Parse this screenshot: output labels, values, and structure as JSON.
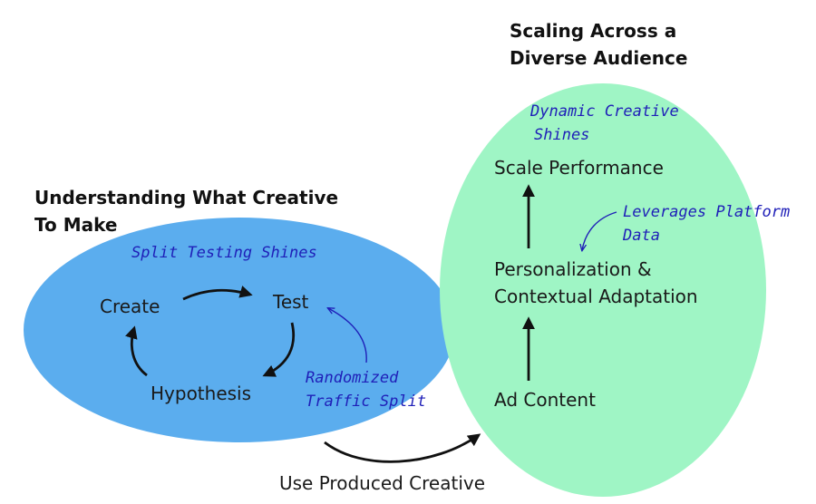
{
  "left_section": {
    "heading_line1": "Understanding What Creative",
    "heading_line2": "To Make",
    "annotation": "Split Testing Shines",
    "nodes": {
      "create": "Create",
      "test": "Test",
      "hypothesis": "Hypothesis"
    },
    "traffic_note_line1": "Randomized",
    "traffic_note_line2": "Traffic Split",
    "fill_color": "#5badee"
  },
  "right_section": {
    "heading_line1": "Scaling Across a",
    "heading_line2": "Diverse Audience",
    "annotation_line1": "Dynamic Creative",
    "annotation_line2": "Shines",
    "nodes": {
      "scale": "Scale Performance",
      "personalization_line1": "Personalization &",
      "personalization_line2": "Contextual Adaptation",
      "ad_content": "Ad Content"
    },
    "platform_note_line1": "Leverages Platform",
    "platform_note_line2": "Data",
    "fill_color": "#9ff5c5"
  },
  "connector_label": "Use Produced Creative",
  "colors": {
    "arrow": "#111111",
    "annotation_ink": "#1f1fb8"
  }
}
